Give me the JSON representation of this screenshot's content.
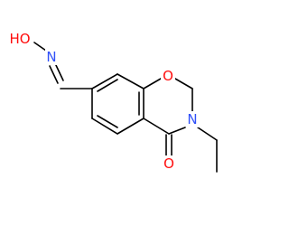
{
  "molecule": {
    "atoms": {
      "hydroxyl": {
        "symbol": "HO",
        "color": "#ff0d0d"
      },
      "oxime_n": {
        "symbol": "N",
        "color": "#3050f8"
      },
      "ring_o": {
        "symbol": "O",
        "color": "#ff0d0d"
      },
      "amide_n": {
        "symbol": "N",
        "color": "#3050f8"
      },
      "carbonyl_o": {
        "symbol": "O",
        "color": "#ff0d0d"
      }
    },
    "bond_color": "#000000"
  }
}
